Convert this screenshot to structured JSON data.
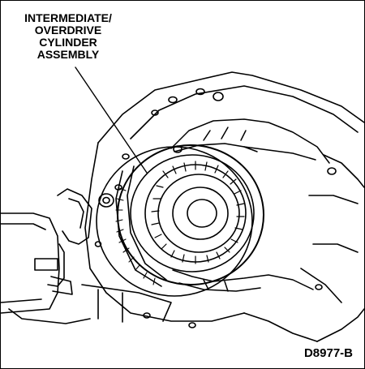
{
  "callout": {
    "lines": [
      "INTERMEDIATE/",
      "OVERDRIVE",
      "CYLINDER",
      "ASSEMBLY"
    ]
  },
  "figure_id": "D8977-B",
  "icons": {
    "transmission_case": "case-housing",
    "cylinder": "intermediate-overdrive-cylinder",
    "hands": "technician-hands"
  }
}
